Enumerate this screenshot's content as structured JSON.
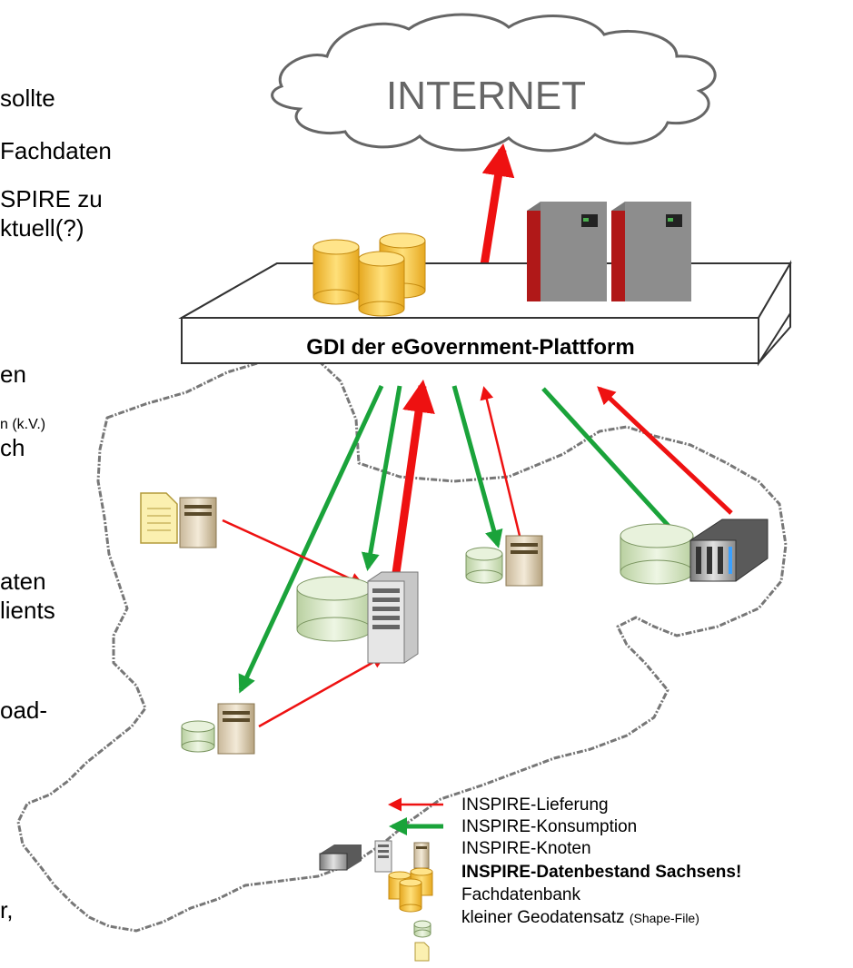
{
  "left_text": {
    "line1": "sollte",
    "line2": "Fachdaten",
    "line3": "SPIRE zu",
    "line4": "ktuell(?)",
    "line5": "en",
    "line6": "n (k.V.)",
    "line7": "ch",
    "line8": "aten",
    "line9": "lients",
    "line10": "oad-",
    "line11": "r,"
  },
  "diagram": {
    "cloud_label": "INTERNET",
    "platform_label": "GDI der eGovernment-Plattform"
  },
  "legend": {
    "delivery": "INSPIRE-Lieferung",
    "consumption": "INSPIRE-Konsumption",
    "nodes": "INSPIRE-Knoten",
    "dataset": "INSPIRE-Datenbestand Sachsens!",
    "db": "Fachdatenbank",
    "small_dataset": "kleiner Geodatensatz",
    "small_dataset_note": "(Shape-File)"
  },
  "colors": {
    "delivery_arrow": "#ee1111",
    "consumption_arrow": "#1aa33a",
    "cylinder": "#f5c63a",
    "server_red": "#b01818",
    "db_green": "#d6e6c4"
  }
}
